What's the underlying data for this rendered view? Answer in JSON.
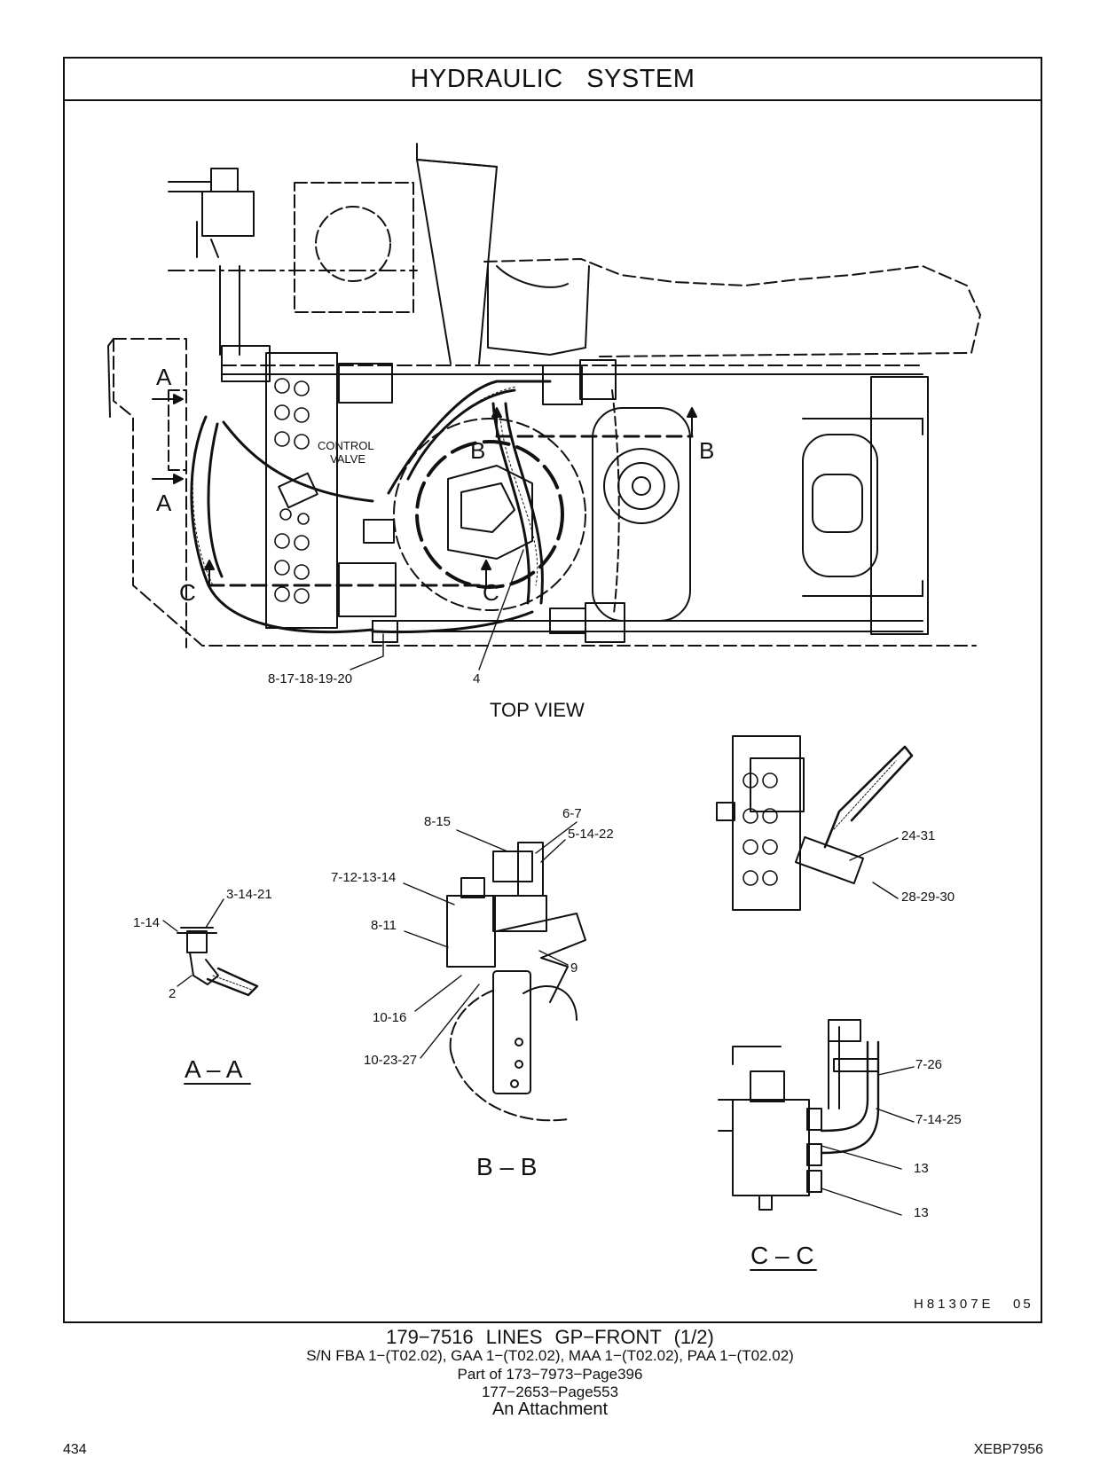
{
  "header": {
    "title": "HYDRAULIC   SYSTEM"
  },
  "drawing": {
    "control_valve_label_1": "CONTROL",
    "control_valve_label_2": "VALVE",
    "section_letter_a": "A",
    "section_letter_b": "B",
    "section_letter_c": "C",
    "callouts_top": [
      "8-17-18-19-20",
      "4"
    ],
    "top_view_caption": "TOP VIEW",
    "aa": {
      "callouts": [
        "3-14-21",
        "1-14",
        "2"
      ],
      "caption": "A – A"
    },
    "bb": {
      "callouts": [
        "8-15",
        "6-7",
        "5-14-22",
        "7-12-13-14",
        "8-11",
        "9",
        "10-16",
        "10-23-27"
      ],
      "caption": "B – B"
    },
    "detail_callouts": [
      "24-31",
      "28-29-30"
    ],
    "cc": {
      "callouts": [
        "7-26",
        "7-14-25",
        "13",
        "13"
      ],
      "caption": "C – C"
    },
    "drawing_code": "H81307E",
    "drawing_rev": "05"
  },
  "footer": {
    "title": "179−7516   LINES  GP−FRONT (1/2)",
    "serial_line": "S/N FBA 1−(T02.02), GAA 1−(T02.02), MAA 1−(T02.02), PAA 1−(T02.02)",
    "part_of_1": "Part of 173−7973−Page396",
    "part_of_2": "177−2653−Page553",
    "attachment": "An Attachment",
    "page_number": "434",
    "doc_code": "XEBP7956"
  }
}
